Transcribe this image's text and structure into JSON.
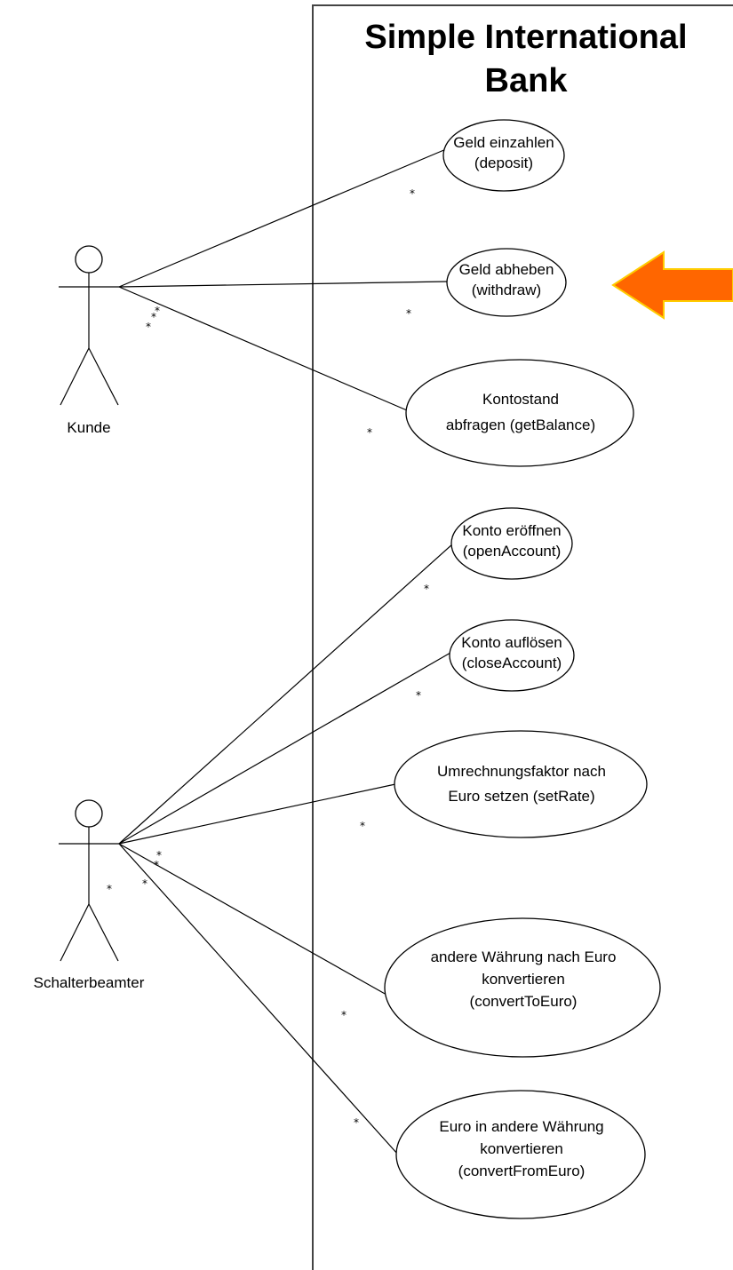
{
  "system": {
    "title_line1": "Simple International",
    "title_line2": "Bank"
  },
  "actors": {
    "kunde": {
      "label": "Kunde"
    },
    "schalterbeamter": {
      "label": "Schalterbeamter"
    }
  },
  "use_cases": {
    "deposit": {
      "line1": "Geld einzahlen",
      "line2": "(deposit)"
    },
    "withdraw": {
      "line1": "Geld abheben",
      "line2": "(withdraw)"
    },
    "get_balance": {
      "line1": "Kontostand",
      "line2": "abfragen (getBalance)"
    },
    "open_account": {
      "line1": "Konto eröffnen",
      "line2": "(openAccount)"
    },
    "close_account": {
      "line1": "Konto auflösen",
      "line2": "(closeAccount)"
    },
    "set_rate": {
      "line1": "Umrechnungsfaktor nach",
      "line2": "Euro setzen (setRate)"
    },
    "convert_to_euro": {
      "line1": "andere Währung nach Euro",
      "line2": "konvertieren",
      "line3": "(convertToEuro)"
    },
    "convert_from_euro": {
      "line1": "Euro in andere Währung",
      "line2": "konvertieren",
      "line3": "(convertFromEuro)"
    }
  },
  "multiplicity": "*",
  "colors": {
    "arrow_fill": "#ff6600",
    "arrow_stroke": "#ffcc00",
    "boundary": "#444444"
  }
}
